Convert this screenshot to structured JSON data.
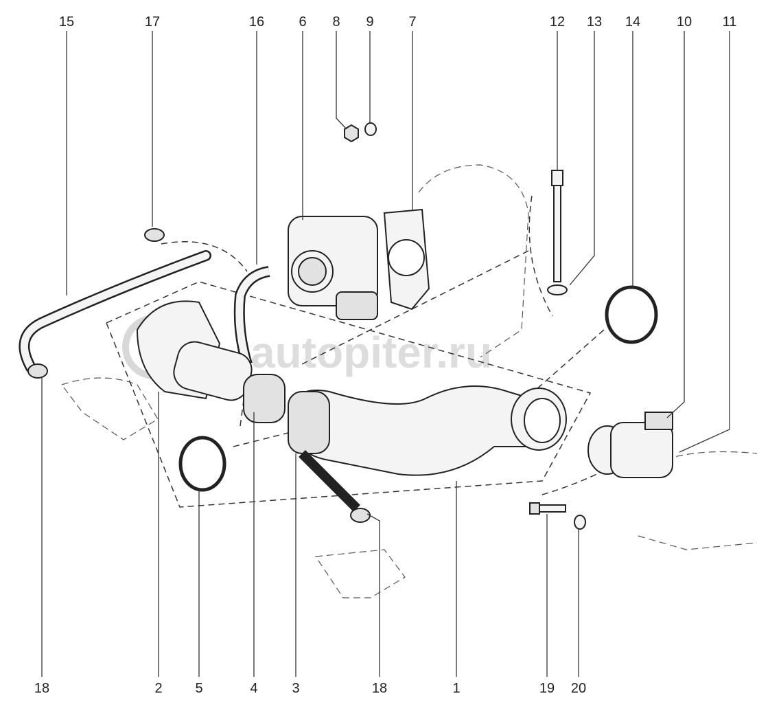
{
  "diagram": {
    "top_callouts": [
      "15",
      "17",
      "16",
      "6",
      "8",
      "9",
      "7",
      "12",
      "13",
      "14",
      "10",
      "11"
    ],
    "bottom_callouts": [
      "18",
      "2",
      "5",
      "4",
      "3",
      "18",
      "1",
      "19",
      "20"
    ],
    "watermark": "autopiter.ru",
    "colors": {
      "line": "#222222",
      "label": "#222222",
      "watermark": "#d8d8d8"
    }
  }
}
